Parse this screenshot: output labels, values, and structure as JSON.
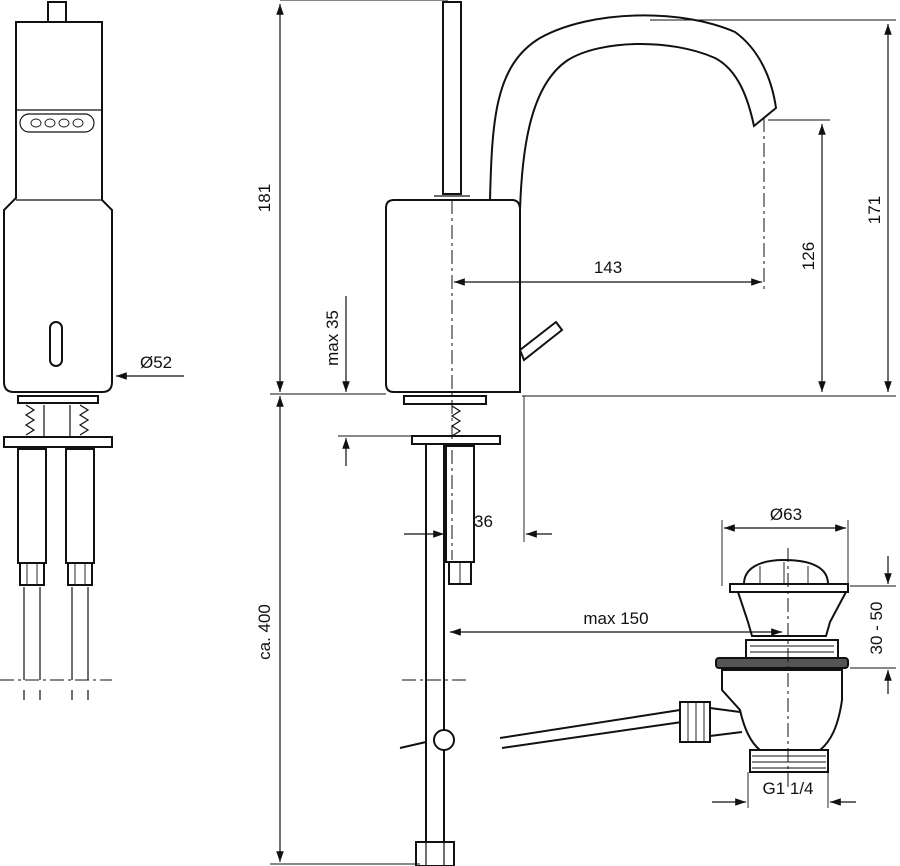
{
  "dimensions": {
    "d52": "Ø52",
    "h181": "181",
    "max35": "max 35",
    "d143": "143",
    "h126": "126",
    "h171": "171",
    "d36": "36",
    "ca400": "ca. 400",
    "d63": "Ø63",
    "max150": "max 150",
    "r3050": "30 - 50",
    "g114": "G1 1/4"
  }
}
